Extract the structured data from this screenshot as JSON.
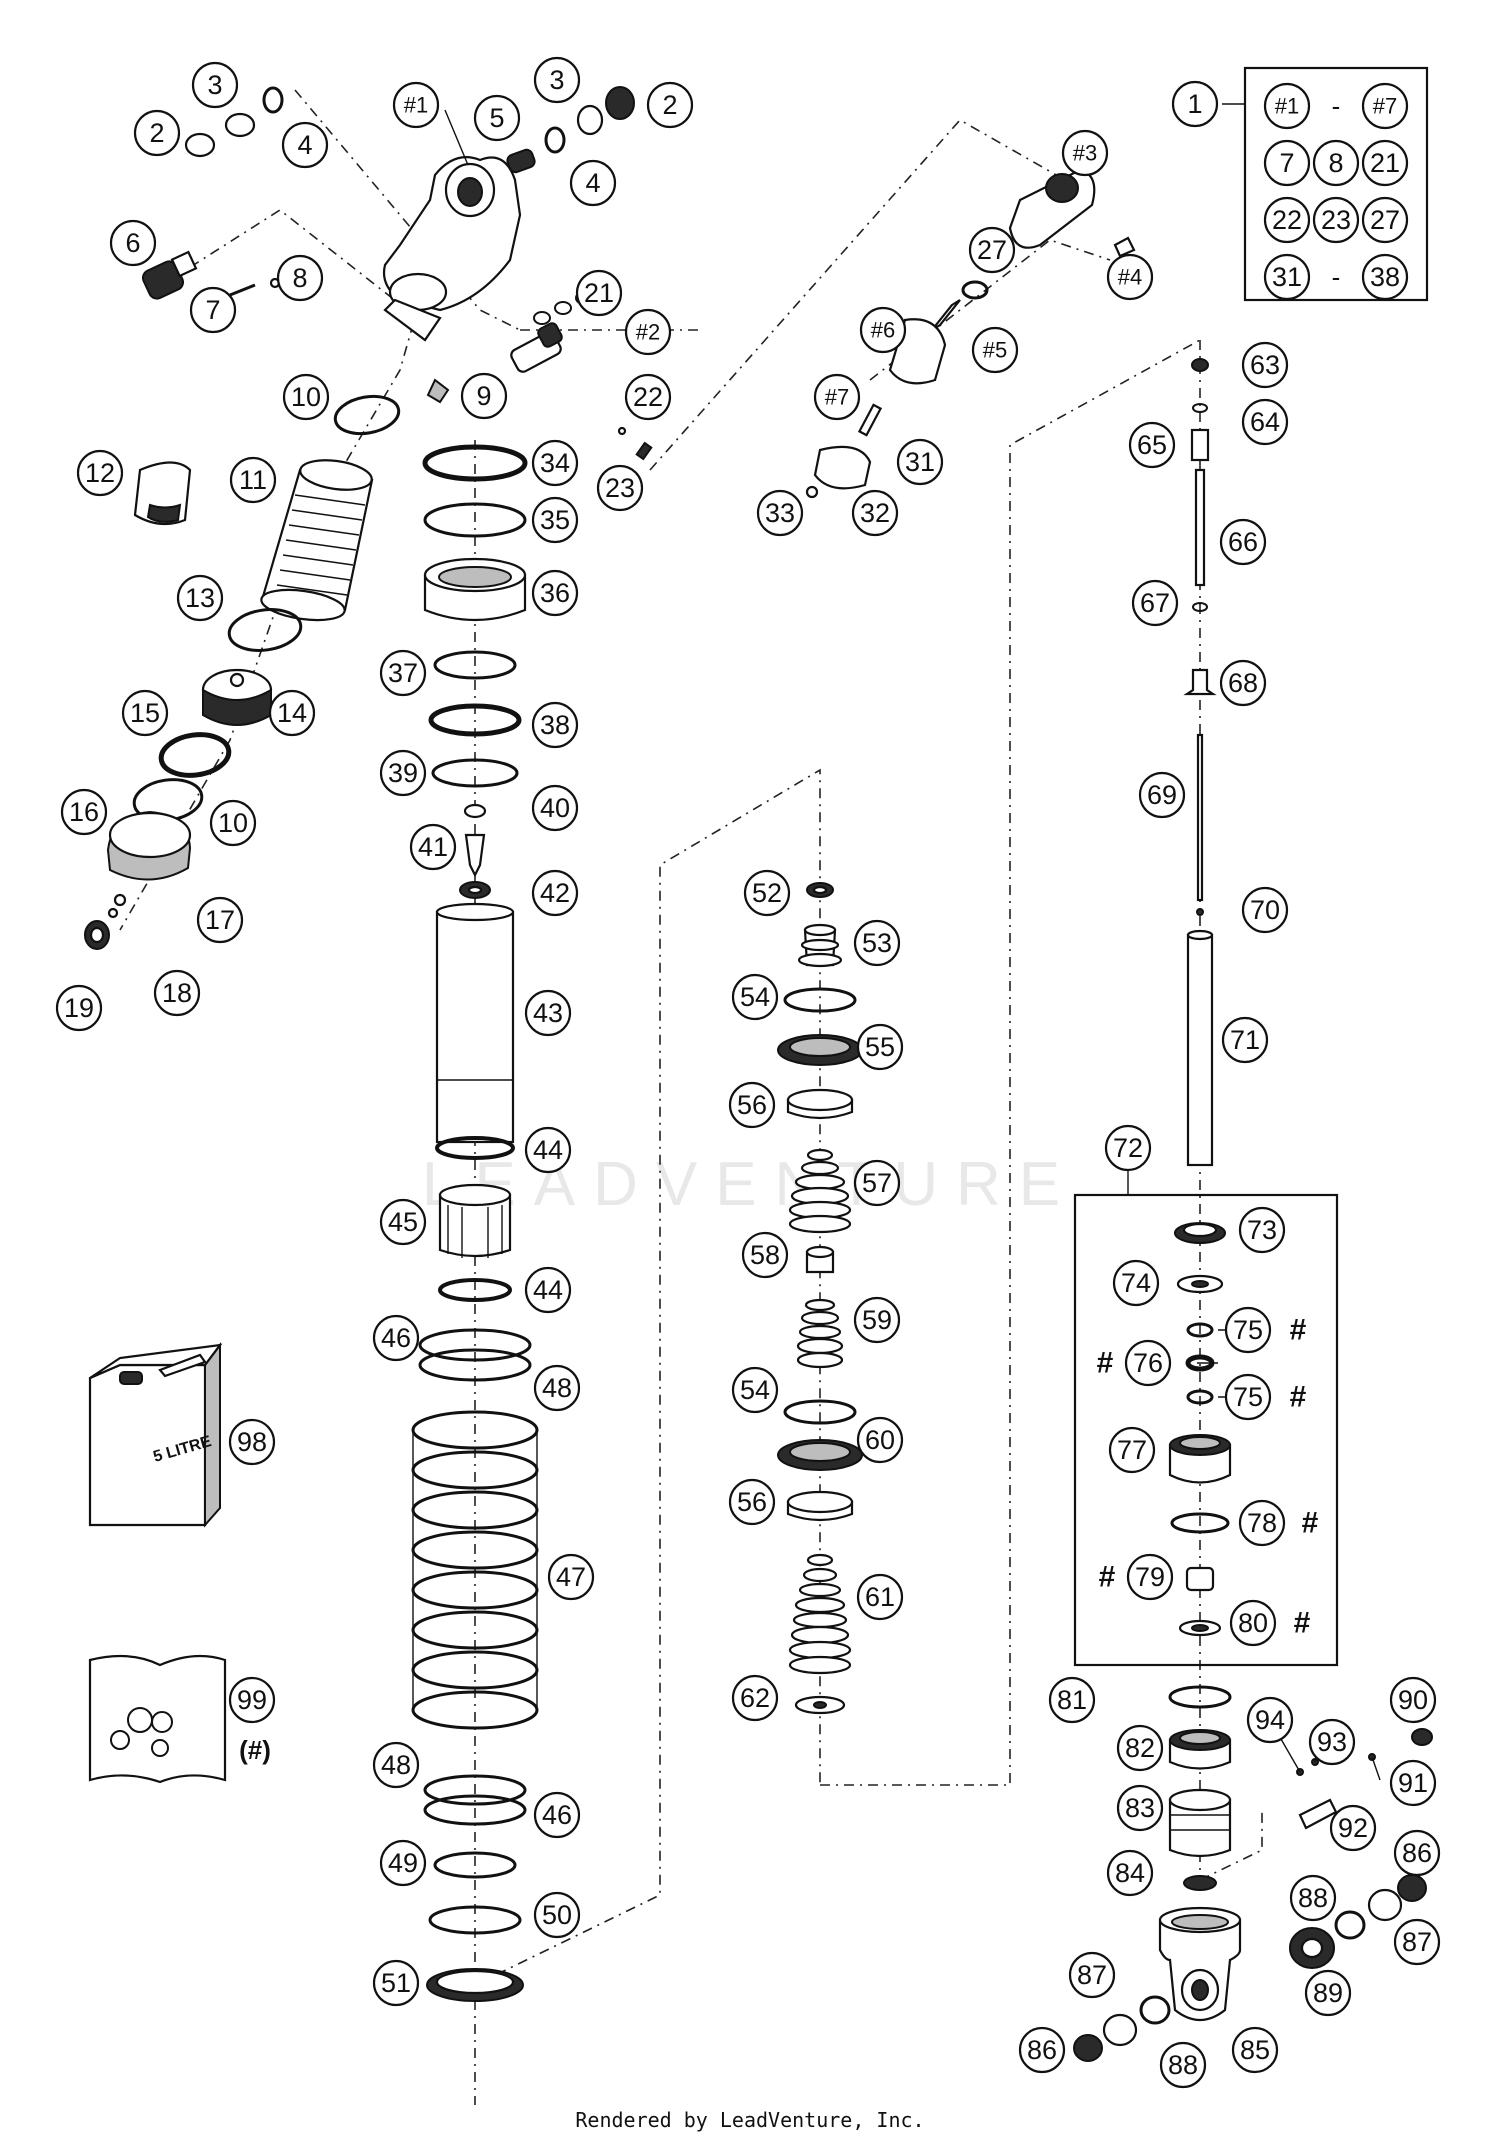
{
  "watermark": "LEADVENTURE",
  "footer": "Rendered by LeadVenture, Inc.",
  "kit_box": {
    "main_label": "1",
    "items": [
      "#1",
      "-",
      "#7",
      "7",
      "8",
      "21",
      "22",
      "23",
      "27",
      "31",
      "-",
      "38"
    ]
  },
  "can_label": "5 LITRE",
  "seal_kit_marker": "(#)",
  "hash_marker": "#",
  "callouts": {
    "c2a": "2",
    "c2b": "2",
    "c3a": "3",
    "c3b": "3",
    "c4a": "4",
    "c4b": "4",
    "c5": "5",
    "c6": "6",
    "c7": "7",
    "c8": "8",
    "c9": "9",
    "c10a": "10",
    "c10b": "10",
    "c11": "11",
    "c12": "12",
    "c13": "13",
    "c14": "14",
    "c15": "15",
    "c16": "16",
    "c17": "17",
    "c18": "18",
    "c19": "19",
    "c21": "21",
    "c22": "22",
    "c23": "23",
    "c27": "27",
    "c31": "31",
    "c32": "32",
    "c33": "33",
    "c34": "34",
    "c35": "35",
    "c36": "36",
    "c37": "37",
    "c38": "38",
    "c39": "39",
    "c40": "40",
    "c41": "41",
    "c42": "42",
    "c43": "43",
    "c44a": "44",
    "c44b": "44",
    "c45": "45",
    "c46a": "46",
    "c46b": "46",
    "c47": "47",
    "c48a": "48",
    "c48b": "48",
    "c49": "49",
    "c50": "50",
    "c51": "51",
    "c52": "52",
    "c53": "53",
    "c54a": "54",
    "c54b": "54",
    "c55": "55",
    "c56a": "56",
    "c56b": "56",
    "c57": "57",
    "c58": "58",
    "c59": "59",
    "c60": "60",
    "c61": "61",
    "c62": "62",
    "c63": "63",
    "c64": "64",
    "c65": "65",
    "c66": "66",
    "c67": "67",
    "c68": "68",
    "c69": "69",
    "c70": "70",
    "c71": "71",
    "c72": "72",
    "c73": "73",
    "c74": "74",
    "c75a": "75",
    "c75b": "75",
    "c76": "76",
    "c77": "77",
    "c78": "78",
    "c79": "79",
    "c80": "80",
    "c81": "81",
    "c82": "82",
    "c83": "83",
    "c84": "84",
    "c85": "85",
    "c86a": "86",
    "c86b": "86",
    "c87a": "87",
    "c87b": "87",
    "c88a": "88",
    "c88b": "88",
    "c89": "89",
    "c90": "90",
    "c91": "91",
    "c92": "92",
    "c93": "93",
    "c94": "94",
    "c98": "98",
    "c99": "99",
    "s1": "#1",
    "s2": "#2",
    "s3": "#3",
    "s4": "#4",
    "s5": "#5",
    "s6": "#6",
    "s7": "#7"
  }
}
